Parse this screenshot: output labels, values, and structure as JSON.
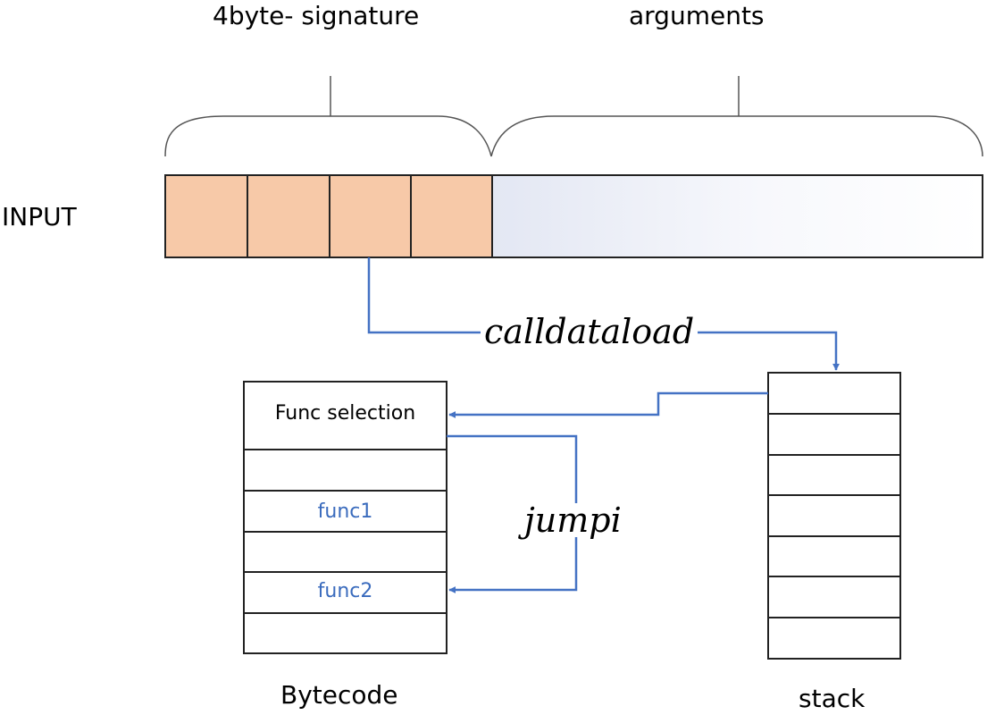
{
  "labels": {
    "signature": "4byte- signature",
    "arguments": "arguments",
    "input": "INPUT",
    "bytecode": "Bytecode",
    "stack": "stack"
  },
  "operations": {
    "calldataload": "calldataload",
    "jumpi": "jumpi"
  },
  "bytecode_rows": {
    "func_selection": "Func selection",
    "func1": "func1",
    "func2": "func2"
  },
  "colors": {
    "signature_bytes": "#f7c9a8",
    "arrow": "#4472c4",
    "func_text": "#3a6bbd",
    "outline": "#000000"
  }
}
